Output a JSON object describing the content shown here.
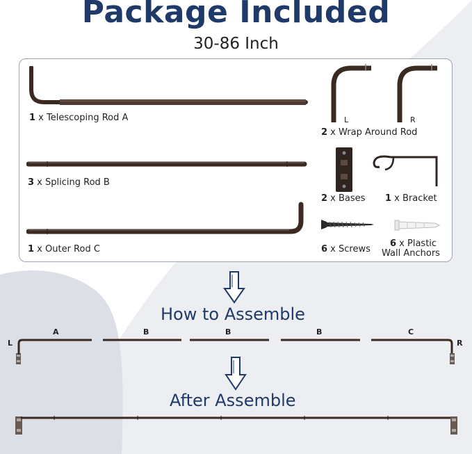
{
  "header": {
    "title": "Package Included",
    "subtitle": "30-86 Inch"
  },
  "items": {
    "rod_a": {
      "qty": "1",
      "label": " x Telescoping Rod A"
    },
    "rod_b": {
      "qty": "3",
      "label": " x Splicing Rod B"
    },
    "rod_c": {
      "qty": "1",
      "label": " x Outer Rod C"
    },
    "wrap": {
      "qty": "2",
      "label": " x Wrap Around Rod",
      "left_mark": "L",
      "right_mark": "R"
    },
    "bases": {
      "qty": "2",
      "label": " x Bases"
    },
    "bracket": {
      "qty": "1",
      "label": " x Bracket"
    },
    "screws": {
      "qty": "6",
      "label": " x Screws"
    },
    "anchors": {
      "qty": "6",
      "label": " x Plastic",
      "label2": "Wall Anchors"
    }
  },
  "assembly": {
    "heading": "How to Assemble",
    "segments": [
      "A",
      "B",
      "B",
      "B",
      "C"
    ],
    "left_end": "L",
    "right_end": "R"
  },
  "result": {
    "heading": "After Assemble"
  },
  "colors": {
    "title": "#1f3a68",
    "rod": "#3b2a22",
    "background_shape": "#e9ebf0"
  }
}
